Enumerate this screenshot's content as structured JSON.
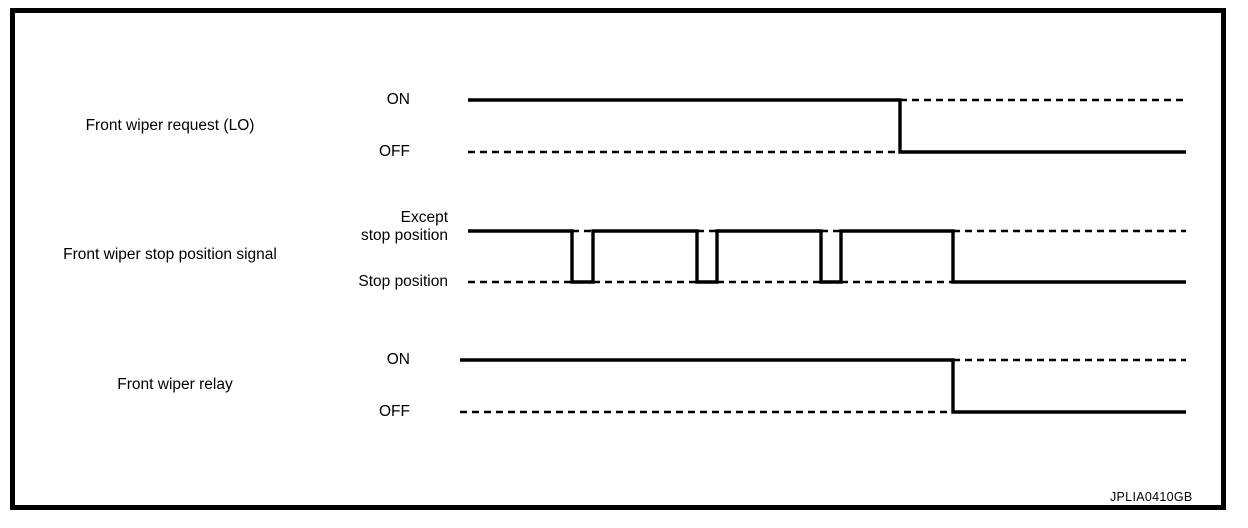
{
  "figure": {
    "code": "JPLIA0410GB",
    "line_color": "#000000",
    "background": "#ffffff"
  },
  "signals": [
    {
      "name": "Front wiper request (LO)",
      "high_label": "ON",
      "low_label": "OFF",
      "low_label_line2": ""
    },
    {
      "name": "Front wiper stop position signal",
      "high_label": "Except",
      "high_label_line2": "stop position",
      "low_label": "Stop position",
      "low_label_line2": ""
    },
    {
      "name": "Front wiper relay",
      "high_label": "ON",
      "low_label": "OFF",
      "low_label_line2": ""
    }
  ],
  "chart_data": {
    "type": "line",
    "title": "",
    "xlabel": "",
    "ylabel": "",
    "grid": false,
    "legend": "none",
    "x_start": 468,
    "x_end": 1186,
    "series": [
      {
        "name": "Front wiper request (LO)",
        "levels": [
          "ON",
          "OFF"
        ],
        "y_high": 100,
        "y_low": 152,
        "transitions": [
          {
            "x": 468,
            "level": "ON"
          },
          {
            "x": 900,
            "level": "OFF"
          }
        ]
      },
      {
        "name": "Front wiper stop position signal",
        "levels": [
          "Except stop position",
          "Stop position"
        ],
        "y_high": 231,
        "y_low": 282,
        "transitions": [
          {
            "x": 468,
            "level": "Except stop position"
          },
          {
            "x": 572,
            "level": "Stop position"
          },
          {
            "x": 593,
            "level": "Except stop position"
          },
          {
            "x": 697,
            "level": "Stop position"
          },
          {
            "x": 717,
            "level": "Except stop position"
          },
          {
            "x": 821,
            "level": "Stop position"
          },
          {
            "x": 841,
            "level": "Except stop position"
          },
          {
            "x": 953,
            "level": "Stop position"
          }
        ]
      },
      {
        "name": "Front wiper relay",
        "levels": [
          "ON",
          "OFF"
        ],
        "y_high": 360,
        "y_low": 412,
        "transitions": [
          {
            "x": 460,
            "level": "ON"
          },
          {
            "x": 953,
            "level": "OFF"
          }
        ]
      }
    ]
  }
}
